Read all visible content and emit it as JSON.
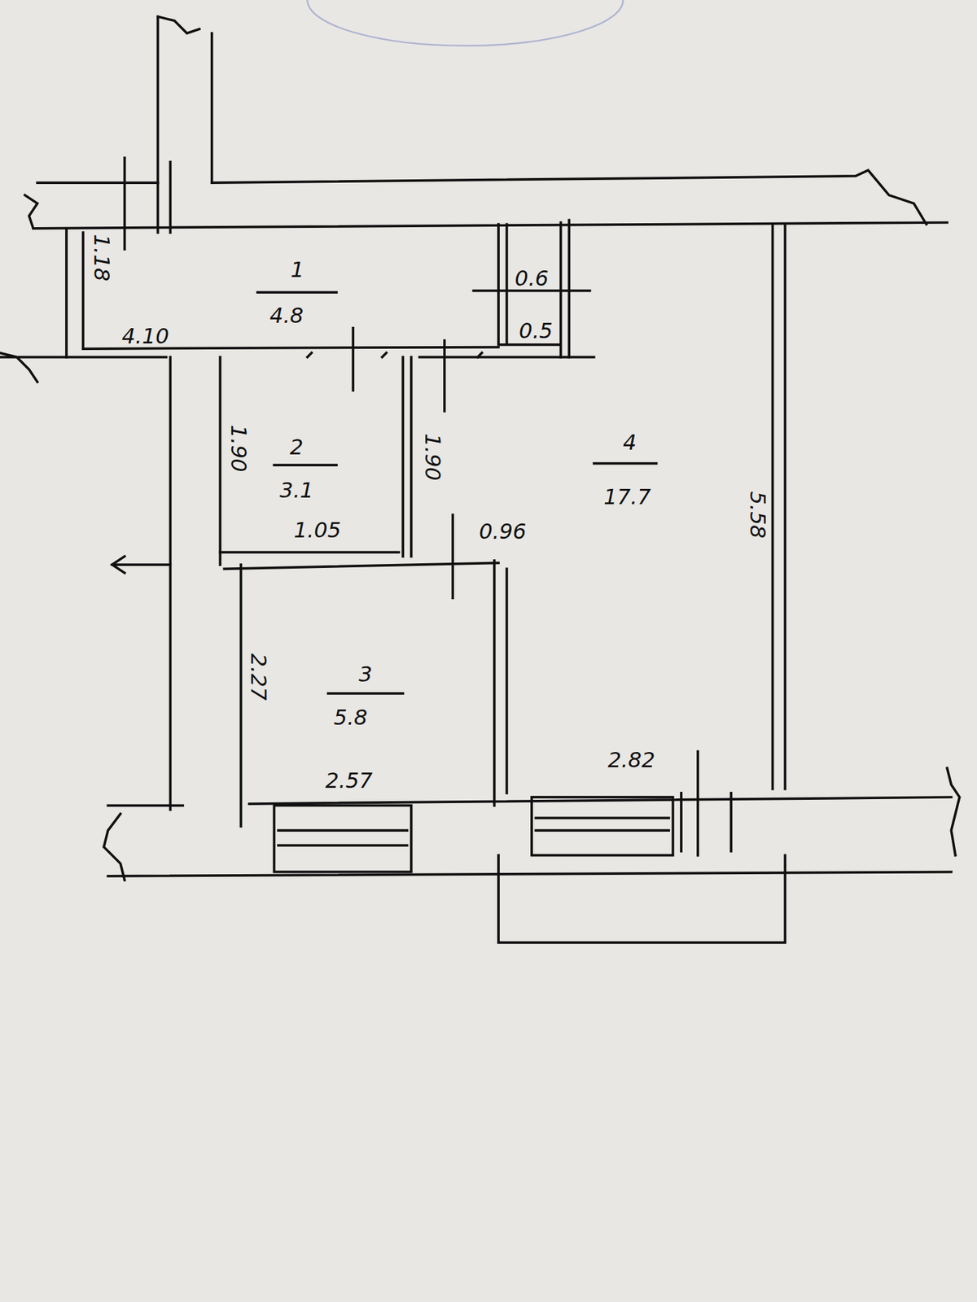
{
  "diagram": {
    "labels": [
      "1",
      "4.8",
      "1.18",
      "4.10",
      "0.6",
      "0.5",
      "2",
      "3.1",
      "1.05",
      "1.90",
      "1.90",
      "4",
      "17.7",
      "5.58",
      "0.96",
      "3",
      "5.8",
      "2.27",
      "2.57",
      "2.82"
    ]
  }
}
